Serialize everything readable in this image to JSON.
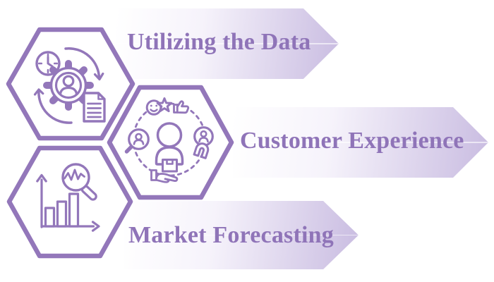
{
  "diagram": {
    "type": "hexagon-process-smartart",
    "background": "#FFFFFF"
  },
  "colors": {
    "outline": "#9377BA",
    "label_text": "#8F74B8",
    "arrow_gradient_start": "#FFFFFF",
    "arrow_gradient_end": "#C9BCE1"
  },
  "items": [
    {
      "label": "Utilizing the Data",
      "icon": "clock-gear-person-document-icon"
    },
    {
      "label": "Customer Experience",
      "icon": "customer-network-feedback-icon"
    },
    {
      "label": "Market Forecasting",
      "icon": "bar-chart-magnifier-icon"
    }
  ]
}
